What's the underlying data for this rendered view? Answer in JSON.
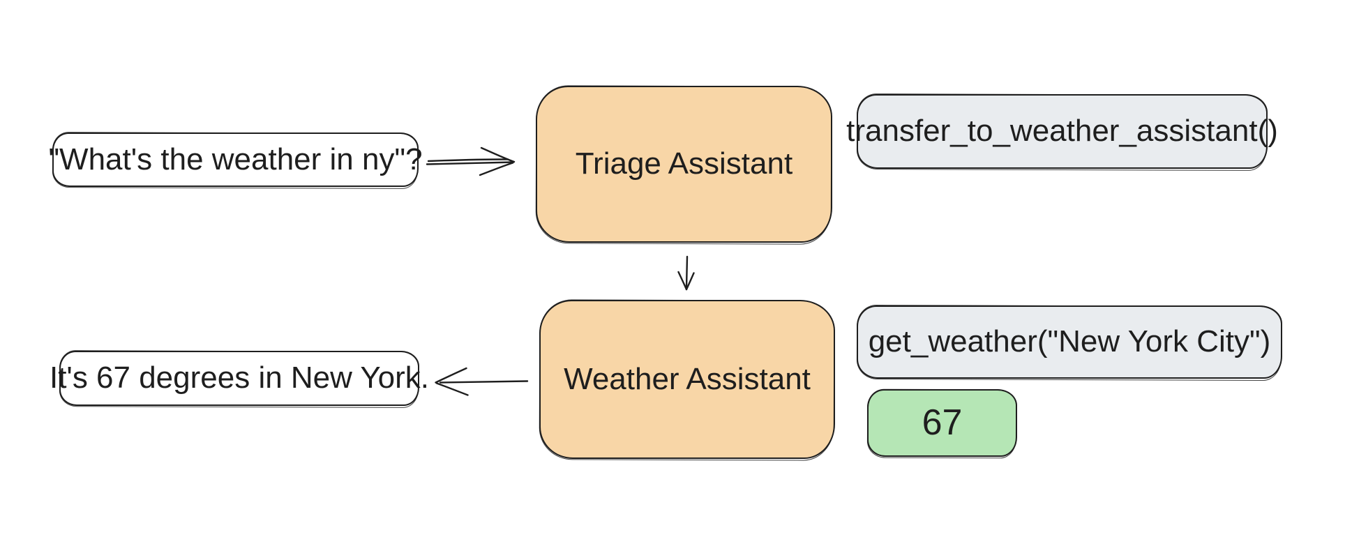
{
  "diagram": {
    "nodes": {
      "user_query": "\"What's the weather in ny\"?",
      "triage_assistant": "Triage Assistant",
      "transfer_call": "transfer_to_weather_assistant()",
      "weather_assistant": "Weather Assistant",
      "get_weather_call": "get_weather(\"New York City\")",
      "tool_result": "67",
      "final_response": "It's 67 degrees in New York."
    },
    "arrows": [
      {
        "name": "user-query-to-triage",
        "direction": "right"
      },
      {
        "name": "triage-to-weather",
        "direction": "down"
      },
      {
        "name": "weather-to-final-response",
        "direction": "left"
      }
    ],
    "colors": {
      "agent_fill": "#f8d6a7",
      "tool_fill": "#e9ecef",
      "result_fill": "#b5e6b5",
      "stroke": "#1e1e1e",
      "canvas": "#ffffff"
    }
  }
}
